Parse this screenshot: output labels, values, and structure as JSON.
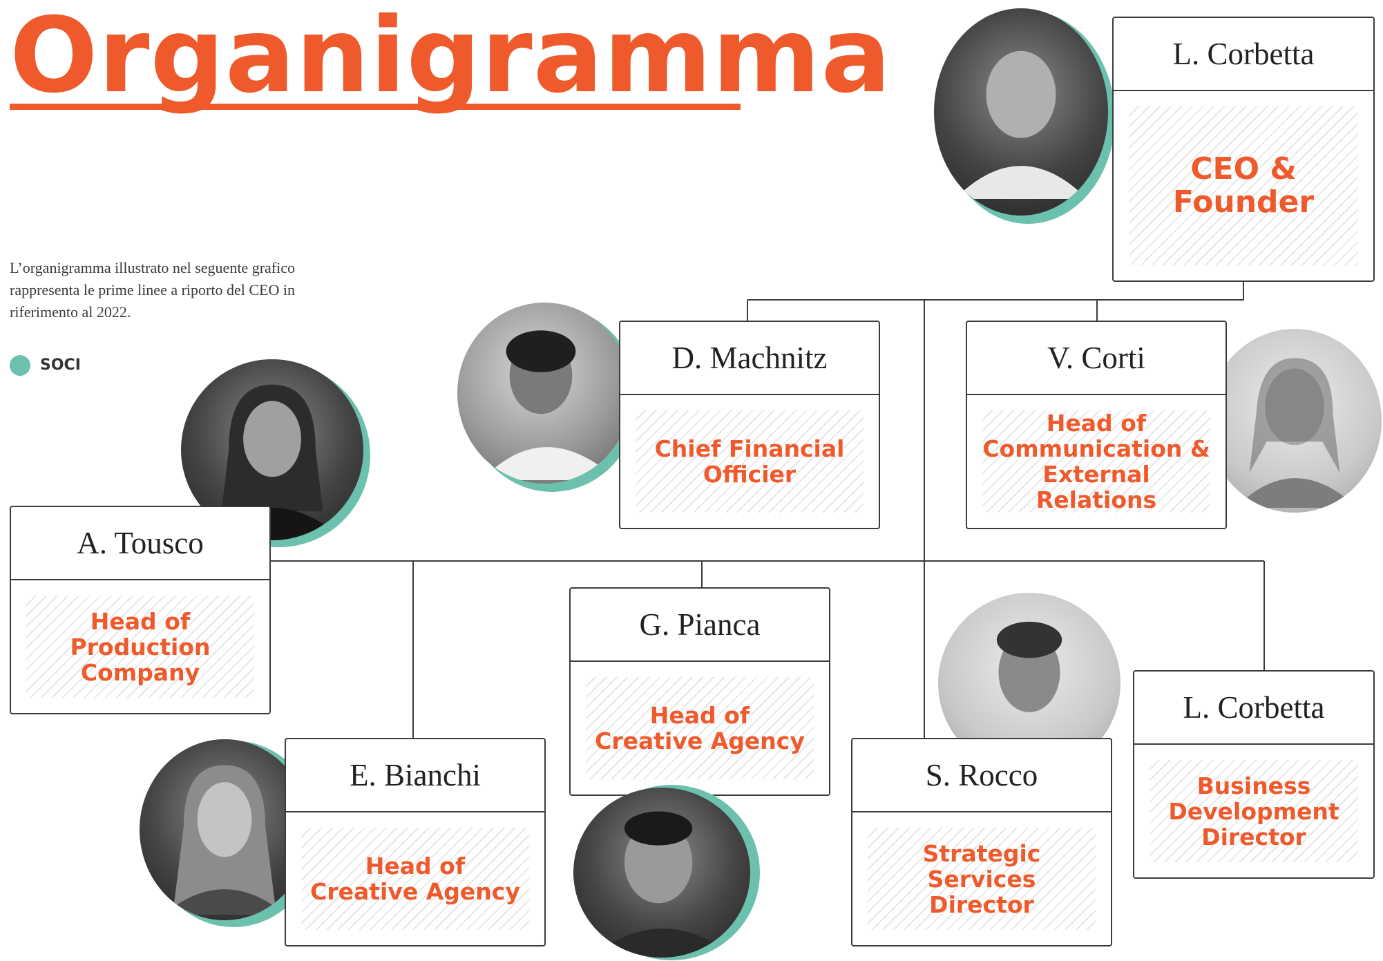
{
  "header": {
    "title": "Organigramma",
    "intro": "L’organigramma illustrato nel seguente grafico rappresenta le prime linee a riporto del CEO in riferimento al 2022."
  },
  "legend": {
    "label": "SOCI",
    "color": "#6cc0ae"
  },
  "colors": {
    "accent": "#ee5a2b",
    "partner_ring": "#6cc0ae",
    "line": "#3b3b3b"
  },
  "people": {
    "ceo": {
      "name": "L. Corbetta",
      "role": "CEO &\nFounder",
      "partner": true
    },
    "machnitz": {
      "name": "D. Machnitz",
      "role": "Chief Financial\nOfficier",
      "partner": true
    },
    "corti": {
      "name": "V. Corti",
      "role": "Head of\nCommunication &\nExternal Relations",
      "partner": false
    },
    "tousco": {
      "name": "A. Tousco",
      "role": "Head of\nProduction\nCompany",
      "partner": true
    },
    "pianca": {
      "name": "G. Pianca",
      "role": "Head of\nCreative Agency",
      "partner": true
    },
    "bianchi": {
      "name": "E. Bianchi",
      "role": "Head of\nCreative Agency",
      "partner": true
    },
    "rocco": {
      "name": "S. Rocco",
      "role": "Strategic\nServices\nDirector",
      "partner": false
    },
    "corbetta_bd": {
      "name": "L. Corbetta",
      "role": "Business\nDevelopment\nDirector",
      "partner": false
    }
  }
}
